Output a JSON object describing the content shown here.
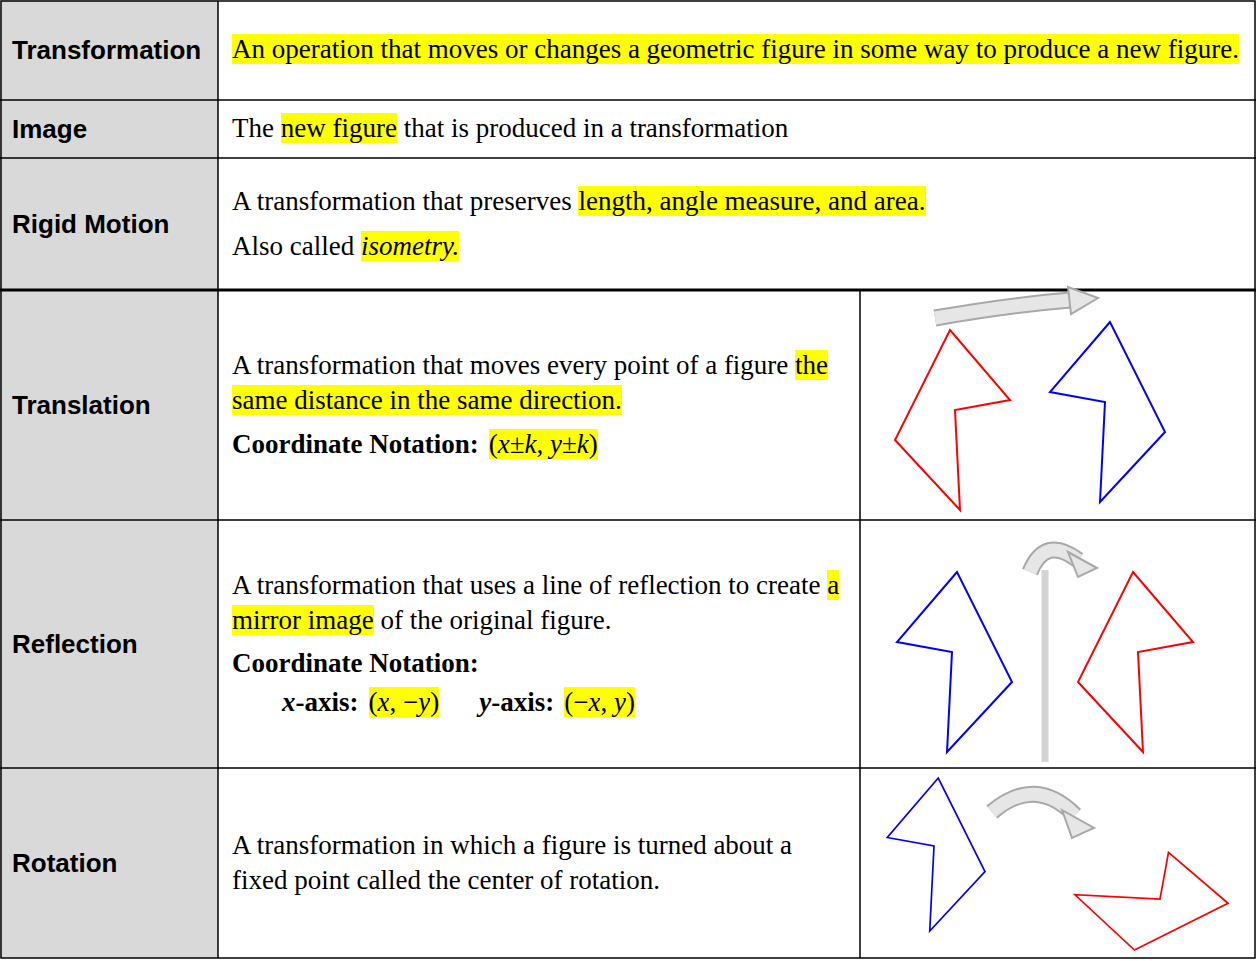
{
  "diagram": {
    "labels": [
      "Transformation",
      "An operation that moves or changes a geometric figure in some way to produce a new figure.",
      "Image",
      "The new figure that is produced in a transformation",
      "Rigid Motion",
      "A transformation that preserves length, angle measure, and area.",
      "Also called isometry.",
      "Translation",
      "A transformation that moves every point of a figure the same distance in the same direction.",
      "Coordinate Notation:",
      "(x±k, y±k)",
      "Reflection",
      "A transformation that uses a line of reflection to create a mirror image of the original figure.",
      "Coordinate Notation:",
      "x-axis:",
      "(x, −y)",
      "y-axis:",
      "(−x, y)",
      "Rotation",
      "A transformation in which a figure is turned about a fixed point called the center of rotation."
    ]
  }
}
